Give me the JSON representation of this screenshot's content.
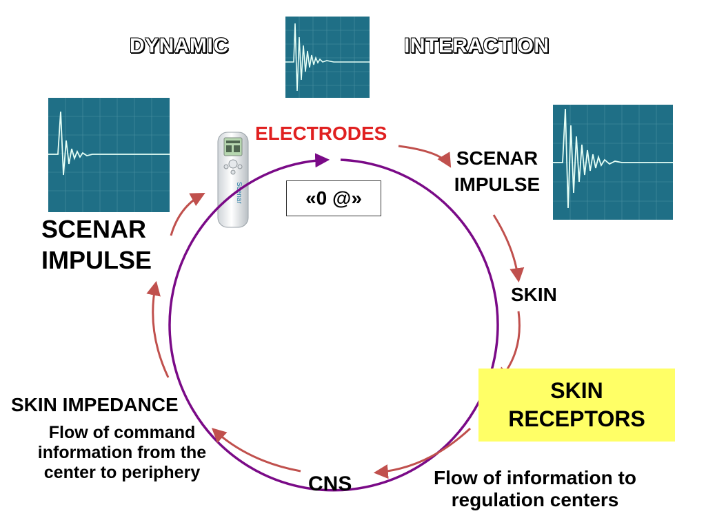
{
  "title": {
    "left": "DYNAMIC",
    "right": "INTERACTION"
  },
  "labels": {
    "electrodes": "ELECTRODES",
    "zero_display": "«0 @»",
    "scenar_impulse_right_l1": "SCENAR",
    "scenar_impulse_right_l2": "IMPULSE",
    "skin": "SKIN",
    "skin_receptors_l1": "SKIN",
    "skin_receptors_l2": "RECEPTORS",
    "flow_info_l1": "Flow of information to",
    "flow_info_l2": "regulation centers",
    "cns": "CNS",
    "skin_impedance": "SKIN IMPEDANCE",
    "flow_command_l1": "Flow of command",
    "flow_command_l2": "information from the",
    "flow_command_l3": "center to periphery",
    "scenar_impulse_left_l1": "SCENAR",
    "scenar_impulse_left_l2": "IMPULSE"
  },
  "device": {
    "brand": "Scenar"
  },
  "colors": {
    "circle": "#7a0a87",
    "arrows": "#c0504d",
    "electrodes_text": "#e02020",
    "receptor_box": "#ffff66",
    "oscilloscope": "#1f6f86",
    "trace": "#e6fff6"
  }
}
